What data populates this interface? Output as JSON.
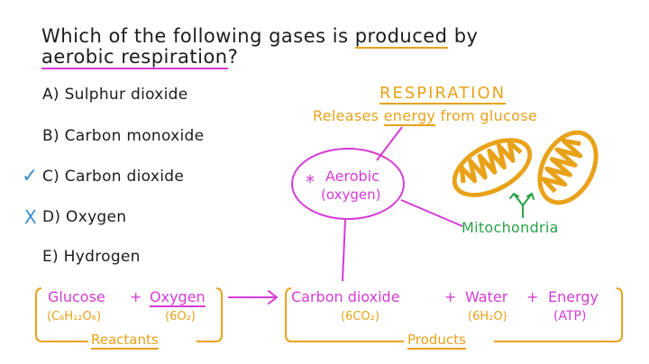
{
  "question": {
    "part1": "Which of the following gases is",
    "produced": "produced",
    "by": "by",
    "aerobic_respiration": "aerobic respiration",
    "qmark": "?"
  },
  "options": [
    {
      "label": "A) Sulphur dioxide",
      "mark": ""
    },
    {
      "label": "B) Carbon monoxide",
      "mark": ""
    },
    {
      "label": "C) Carbon dioxide",
      "mark": "✓"
    },
    {
      "label": "D) Oxygen",
      "mark": "X"
    },
    {
      "label": "E) Hydrogen",
      "mark": ""
    }
  ],
  "respiration": {
    "title": "RESPIRATION",
    "releases": "Releases",
    "energy": "energy",
    "from_glucose": "from glucose"
  },
  "aerobic": {
    "star": "*",
    "label": "Aerobic",
    "sub": "(oxygen)"
  },
  "mitochondria": "Mitochondria",
  "equation": {
    "glucose": "Glucose",
    "plus1": "+",
    "oxygen": "Oxygen",
    "glucose_formula": "(C₆H₁₂O₆)",
    "oxygen_formula": "(6O₂)",
    "carbon_dioxide": "Carbon dioxide",
    "plus2": "+",
    "water": "Water",
    "plus3": "+",
    "energy": "Energy",
    "co2_formula": "(6CO₂)",
    "water_formula": "(6H₂O)",
    "atp": "(ATP)",
    "reactants": "Reactants",
    "products": "Products"
  },
  "colors": {
    "orange": "#e8a21a",
    "pink": "#d63bd6",
    "green": "#2aa14a",
    "blue": "#3a8fd0"
  },
  "icons": [
    "check-icon",
    "cross-icon",
    "mitochondrion-icon",
    "arrow-right-icon",
    "arrow-fork-icon"
  ]
}
